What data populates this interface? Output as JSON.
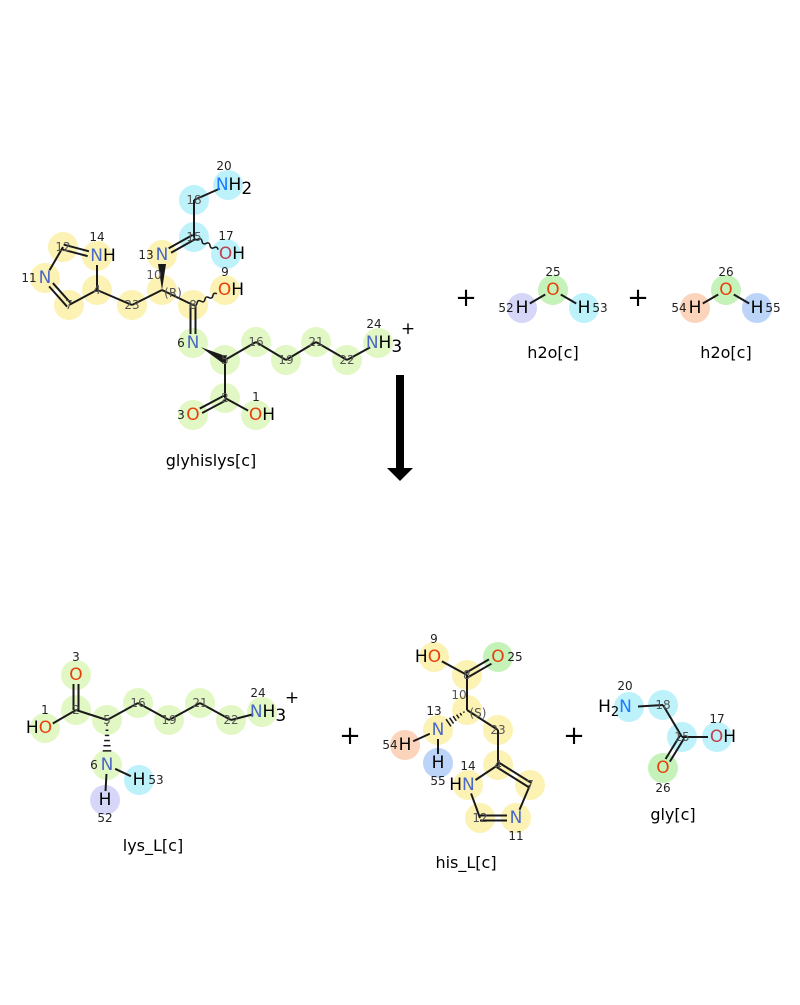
{
  "reactants": [
    {
      "id": "glyhislys",
      "name": "glyhislys[c]",
      "stereo": "(R)",
      "atoms": [
        {
          "n": "1",
          "el": "O",
          "label": "OH"
        },
        {
          "n": "2",
          "el": "C"
        },
        {
          "n": "3",
          "el": "O",
          "label": "O"
        },
        {
          "n": "4",
          "el": "C"
        },
        {
          "n": "5",
          "el": "C"
        },
        {
          "n": "6",
          "el": "N",
          "label": "N"
        },
        {
          "n": "7",
          "el": "C"
        },
        {
          "n": "8",
          "el": "C"
        },
        {
          "n": "9",
          "el": "O",
          "label": "OH"
        },
        {
          "n": "10",
          "el": "C"
        },
        {
          "n": "11",
          "el": "N",
          "label": "N"
        },
        {
          "n": "12",
          "el": "C"
        },
        {
          "n": "13",
          "el": "N",
          "label": "N"
        },
        {
          "n": "14",
          "el": "N",
          "label": "NH"
        },
        {
          "n": "15",
          "el": "C"
        },
        {
          "n": "16",
          "el": "C"
        },
        {
          "n": "17",
          "el": "O2",
          "label": "OH"
        },
        {
          "n": "18",
          "el": "C"
        },
        {
          "n": "19",
          "el": "C"
        },
        {
          "n": "20",
          "el": "N2",
          "label": "NH",
          "sub": "2"
        },
        {
          "n": "21",
          "el": "C"
        },
        {
          "n": "22",
          "el": "C"
        },
        {
          "n": "23",
          "el": "C"
        },
        {
          "n": "24",
          "el": "N",
          "label": "NH",
          "sub": "3",
          "charge": "+"
        }
      ]
    },
    {
      "id": "h2o_a",
      "name": "h2o[c]",
      "atoms": [
        {
          "n": "52",
          "el": "H",
          "label": "H"
        },
        {
          "n": "25",
          "el": "O",
          "label": "O"
        },
        {
          "n": "53",
          "el": "H",
          "label": "H"
        }
      ]
    },
    {
      "id": "h2o_b",
      "name": "h2o[c]",
      "atoms": [
        {
          "n": "54",
          "el": "H",
          "label": "H"
        },
        {
          "n": "26",
          "el": "O",
          "label": "O"
        },
        {
          "n": "55",
          "el": "H",
          "label": "H"
        }
      ]
    }
  ],
  "products": [
    {
      "id": "lys",
      "name": "lys_L[c]",
      "atoms": [
        {
          "n": "1",
          "el": "O",
          "label": "HO"
        },
        {
          "n": "2",
          "el": "C"
        },
        {
          "n": "3",
          "el": "O",
          "label": "O"
        },
        {
          "n": "5",
          "el": "C"
        },
        {
          "n": "6",
          "el": "N",
          "label": "N"
        },
        {
          "n": "16",
          "el": "C"
        },
        {
          "n": "19",
          "el": "C"
        },
        {
          "n": "21",
          "el": "C"
        },
        {
          "n": "22",
          "el": "C"
        },
        {
          "n": "24",
          "el": "N",
          "label": "NH",
          "sub": "3",
          "charge": "+"
        },
        {
          "n": "52",
          "el": "H",
          "label": "H"
        },
        {
          "n": "53",
          "el": "H",
          "label": "H"
        }
      ]
    },
    {
      "id": "his",
      "name": "his_L[c]",
      "stereo": "(S)",
      "atoms": [
        {
          "n": "4",
          "el": "C"
        },
        {
          "n": "7",
          "el": "C"
        },
        {
          "n": "8",
          "el": "C"
        },
        {
          "n": "9",
          "el": "O",
          "label": "HO"
        },
        {
          "n": "10",
          "el": "C"
        },
        {
          "n": "11",
          "el": "N",
          "label": "N"
        },
        {
          "n": "12",
          "el": "C"
        },
        {
          "n": "13",
          "el": "N",
          "label": "N"
        },
        {
          "n": "14",
          "el": "N",
          "label": "HN"
        },
        {
          "n": "23",
          "el": "C"
        },
        {
          "n": "25",
          "el": "O",
          "label": "O"
        },
        {
          "n": "54",
          "el": "H",
          "label": "H"
        },
        {
          "n": "55",
          "el": "H",
          "label": "H"
        }
      ]
    },
    {
      "id": "gly",
      "name": "gly[c]",
      "atoms": [
        {
          "n": "15",
          "el": "C"
        },
        {
          "n": "17",
          "el": "O2",
          "label": "OH"
        },
        {
          "n": "18",
          "el": "C"
        },
        {
          "n": "20",
          "el": "N2",
          "label": "H",
          "sub": "2",
          "tail": "N"
        },
        {
          "n": "26",
          "el": "O",
          "label": "O"
        }
      ]
    }
  ],
  "plus_sign": "+",
  "colors": {
    "N": "#4a68c4",
    "N2": "#1e7bff",
    "O": "#e8400b",
    "O2": "#c0404a",
    "H": "#000000",
    "C": "#000000"
  },
  "highlights": {
    "yellow": "#fcf2b4",
    "lime": "#e2f8c4",
    "cyan": "#bdf2fb",
    "green": "#c4f2b8",
    "purple": "#d6d6f8",
    "blue": "#bcd4f8",
    "orange": "#fcd4bc"
  }
}
